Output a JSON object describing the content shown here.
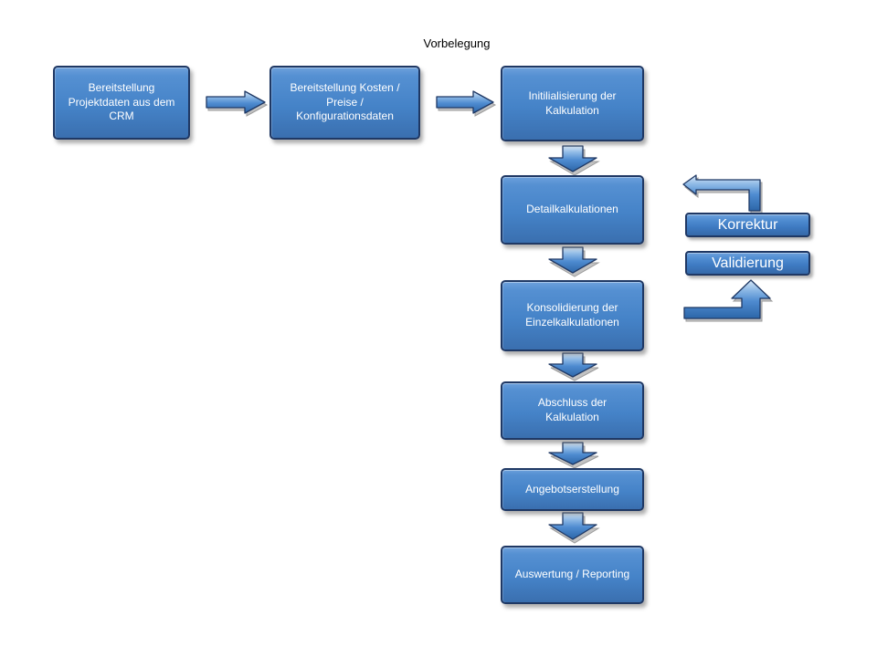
{
  "title": "Vorbelegung",
  "colors": {
    "box_fill_top": "#6CA0DC",
    "box_fill_bottom": "#3A6FAF",
    "box_border": "#1F3864",
    "arrow_fill": "#4E8BD0",
    "arrow_shadow": "#C3C3C3",
    "box_text": "#FFFFFF",
    "title_text": "#000000",
    "background": "#FFFFFF"
  },
  "flow_boxes": [
    {
      "label": "Bereitstellung Projektdaten aus dem CRM"
    },
    {
      "label": "Bereitstellung Kosten / Preise / Konfigurationsdaten"
    },
    {
      "label": "Initilialisierung der Kalkulation"
    },
    {
      "label": "Detailkalkulationen"
    },
    {
      "label": "Konsolidierung der Einzelkalkulationen"
    },
    {
      "label": "Abschluss der Kalkulation"
    },
    {
      "label": "Angebotserstellung"
    },
    {
      "label": "Auswertung / Reporting"
    }
  ],
  "side_boxes": [
    {
      "label": "Korrektur"
    },
    {
      "label": "Validierung"
    }
  ]
}
